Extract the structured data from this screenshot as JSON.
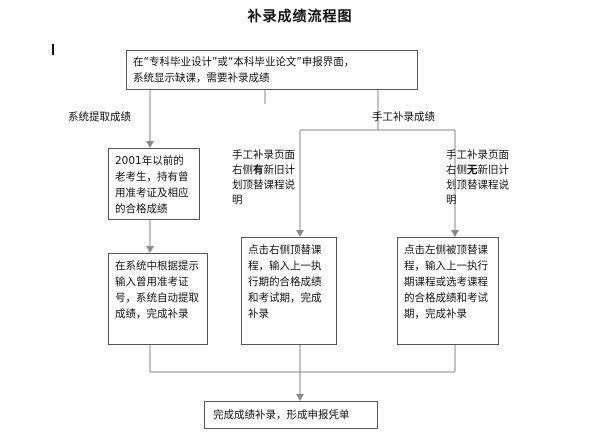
{
  "title": "补录成绩流程图",
  "nodes": {
    "start": {
      "line1": "在“专科毕业设计”或“本科毕业论文”申报界面，",
      "line2": "系统显示缺课，需要补录成绩"
    },
    "old_student": "2001年以前的老考生，持有曾用准考证及相应的合格成绩",
    "system_lookup": "在系统中根据提示输入曾用准考证号，系统自动提取成绩，完成补录",
    "replace_right": "点击右侧顶替课程，输入上一执行期的合格成绩和考试期，完成补录",
    "replace_left": "点击左侧被顶替课程，输入上一执行期课程或选考课程的合格成绩和考试期，完成补录",
    "end": "完成成绩补录，形成申报凭单"
  },
  "labels": {
    "system_extract": "系统提取成绩",
    "manual": "手工补录成绩",
    "has_new": {
      "pre": "手工补录页面右侧",
      "bold": "有",
      "post": "新旧计划顶替课程说明"
    },
    "no_new": {
      "pre": "手工补录页面右侧",
      "bold": "无",
      "post": "新旧计划顶替课程说明"
    }
  },
  "colors": {
    "line": "#8a8a8a",
    "border": "#555555"
  }
}
